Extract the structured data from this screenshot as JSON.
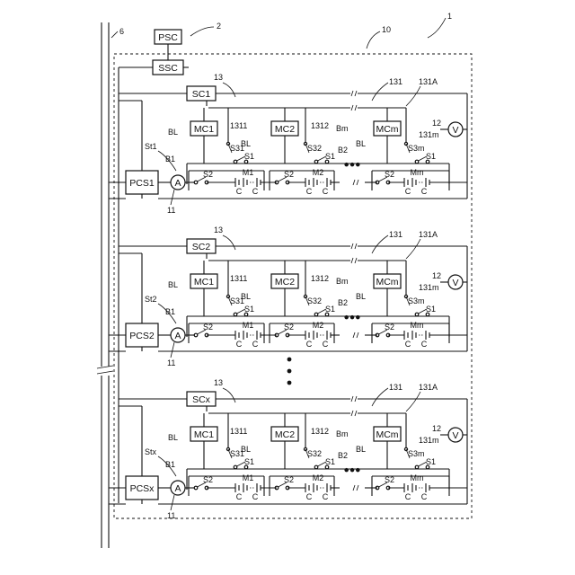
{
  "refs": {
    "system": "1",
    "psc_ref": "2",
    "line_ref": "6",
    "group_ref": "10",
    "meter_ref": "11",
    "voltmeter_ref": "12",
    "bus_ref": "13",
    "wire_ref": "131",
    "wire_ref_a": "131A",
    "wire_1311": "1311",
    "wire_1312": "1312",
    "wire_131m": "131m"
  },
  "top_boxes": {
    "psc": "PSC",
    "ssc": "SSC"
  },
  "symbols": {
    "ammeter": "A",
    "voltmeter": "V",
    "ellipsis": "●●●",
    "vdots": "⋮"
  },
  "stations": [
    {
      "sc": "SC1",
      "pcs": "PCS1",
      "st": "St1",
      "mc": [
        "MC1",
        "MC2",
        "MCm"
      ],
      "s3": [
        "S31",
        "S32",
        "S3m"
      ],
      "m": [
        "M1",
        "M2",
        "Mm"
      ]
    },
    {
      "sc": "SC2",
      "pcs": "PCS2",
      "st": "St2",
      "mc": [
        "MC1",
        "MC2",
        "MCm"
      ],
      "s3": [
        "S31",
        "S32",
        "S3m"
      ],
      "m": [
        "M1",
        "M2",
        "Mm"
      ]
    },
    {
      "sc": "SCx",
      "pcs": "PCSx",
      "st": "Stx",
      "mc": [
        "MC1",
        "MC2",
        "MCm"
      ],
      "s3": [
        "S31",
        "S32",
        "S3m"
      ],
      "m": [
        "M1",
        "M2",
        "Mm"
      ]
    }
  ],
  "labels": {
    "b1": "B1",
    "b2": "B2",
    "bm": "Bm",
    "bl": "BL",
    "s1": "S1",
    "s2": "S2",
    "c": "C"
  }
}
